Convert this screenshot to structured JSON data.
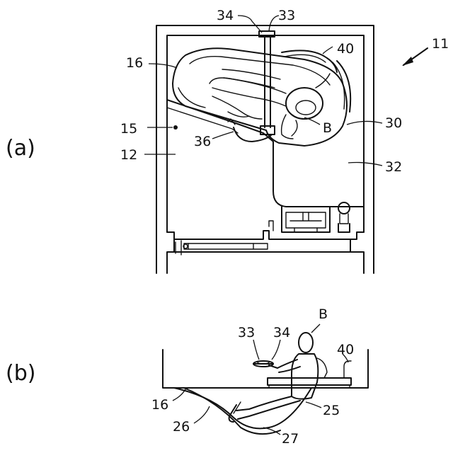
{
  "figure_id": "11",
  "panels": {
    "a": {
      "label": "(a)",
      "refs": {
        "n34": "34",
        "n33": "33",
        "n40": "40",
        "n16": "16",
        "n15": "15",
        "nB": "B",
        "n30": "30",
        "n12": "12",
        "n36": "36",
        "n32": "32"
      }
    },
    "b": {
      "label": "(b)",
      "refs": {
        "nB": "B",
        "n33": "33",
        "n34": "34",
        "n40": "40",
        "n16": "16",
        "n25": "25",
        "n26": "26",
        "n27": "27"
      }
    }
  }
}
